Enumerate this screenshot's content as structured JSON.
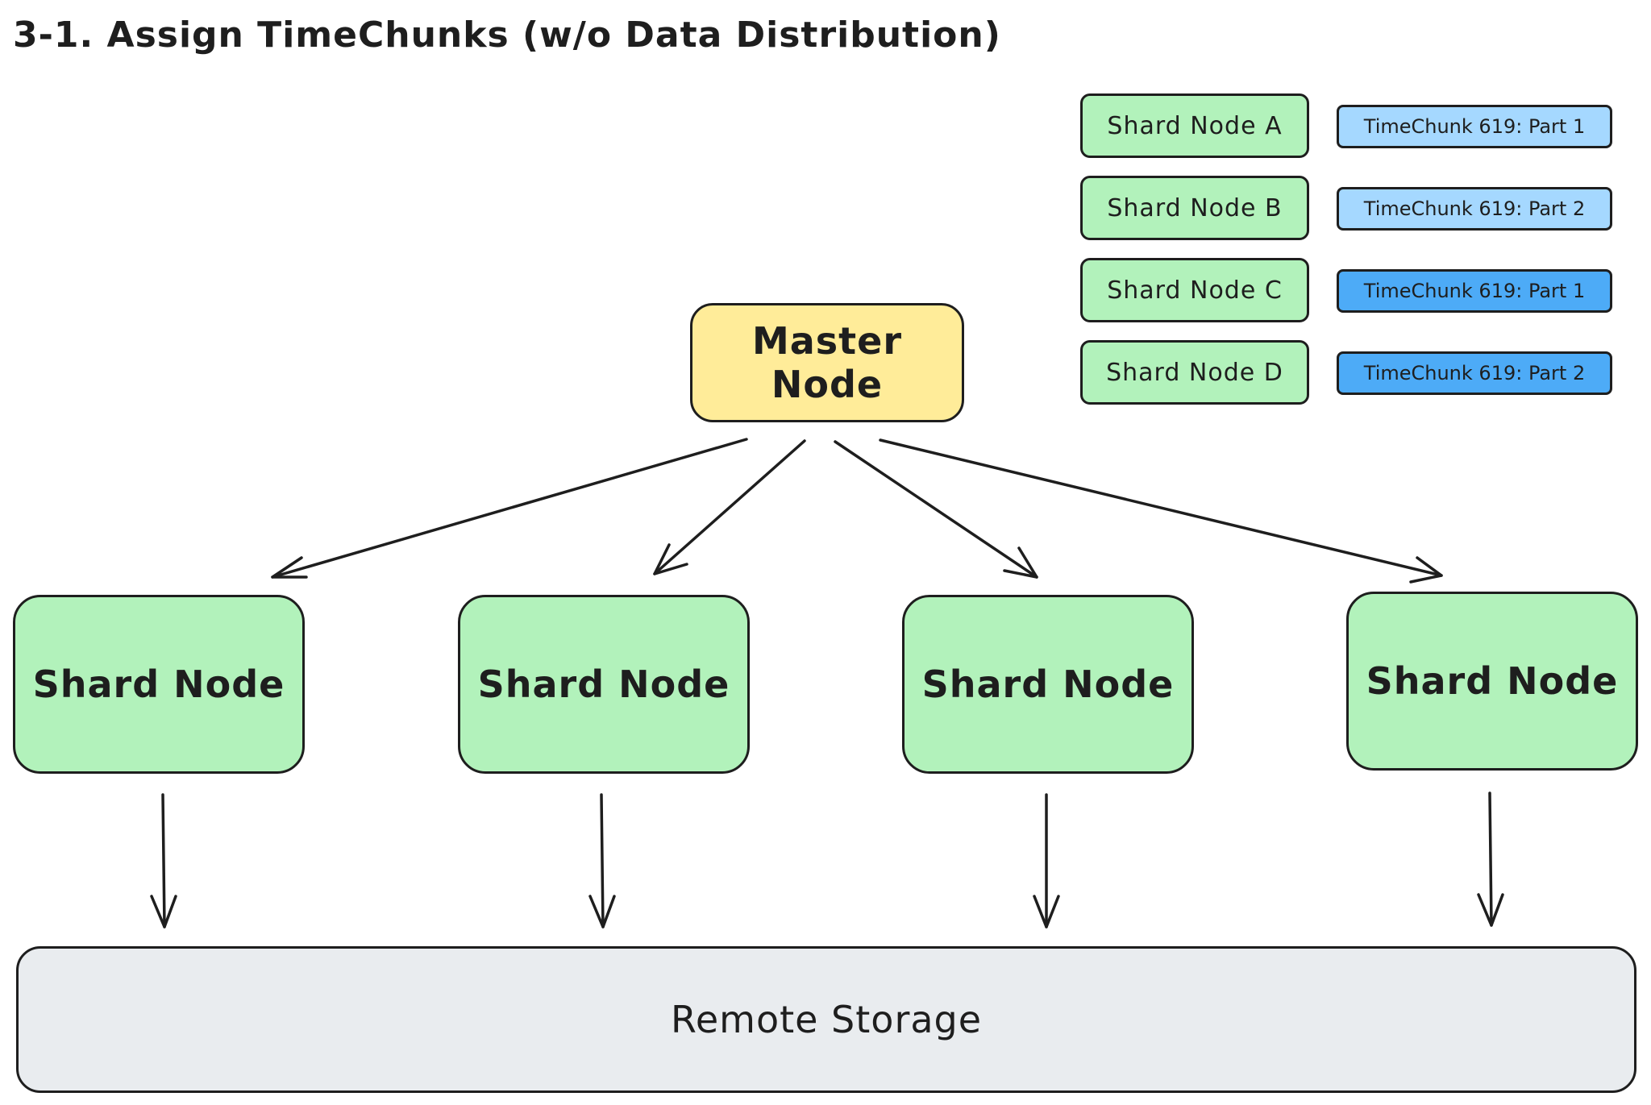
{
  "title": "3-1. Assign TimeChunks (w/o Data Distribution)",
  "colors": {
    "master": "#ffec99",
    "shard": "#b2f2bb",
    "chunk_light": "#a5d8ff",
    "chunk_dark": "#4dabf7",
    "storage": "#e9ecef",
    "stroke": "#1e1e1e"
  },
  "master": {
    "label": "Master Node"
  },
  "shards": [
    {
      "label": "Shard Node"
    },
    {
      "label": "Shard Node"
    },
    {
      "label": "Shard Node"
    },
    {
      "label": "Shard Node"
    }
  ],
  "storage": {
    "label": "Remote Storage"
  },
  "legend": [
    {
      "node": "Shard Node A",
      "chunk": "TimeChunk 619: Part 1",
      "chunk_color": "light"
    },
    {
      "node": "Shard Node B",
      "chunk": "TimeChunk 619: Part 2",
      "chunk_color": "light"
    },
    {
      "node": "Shard Node C",
      "chunk": "TimeChunk 619: Part 1",
      "chunk_color": "dark"
    },
    {
      "node": "Shard Node D",
      "chunk": "TimeChunk 619: Part 2",
      "chunk_color": "dark"
    }
  ]
}
